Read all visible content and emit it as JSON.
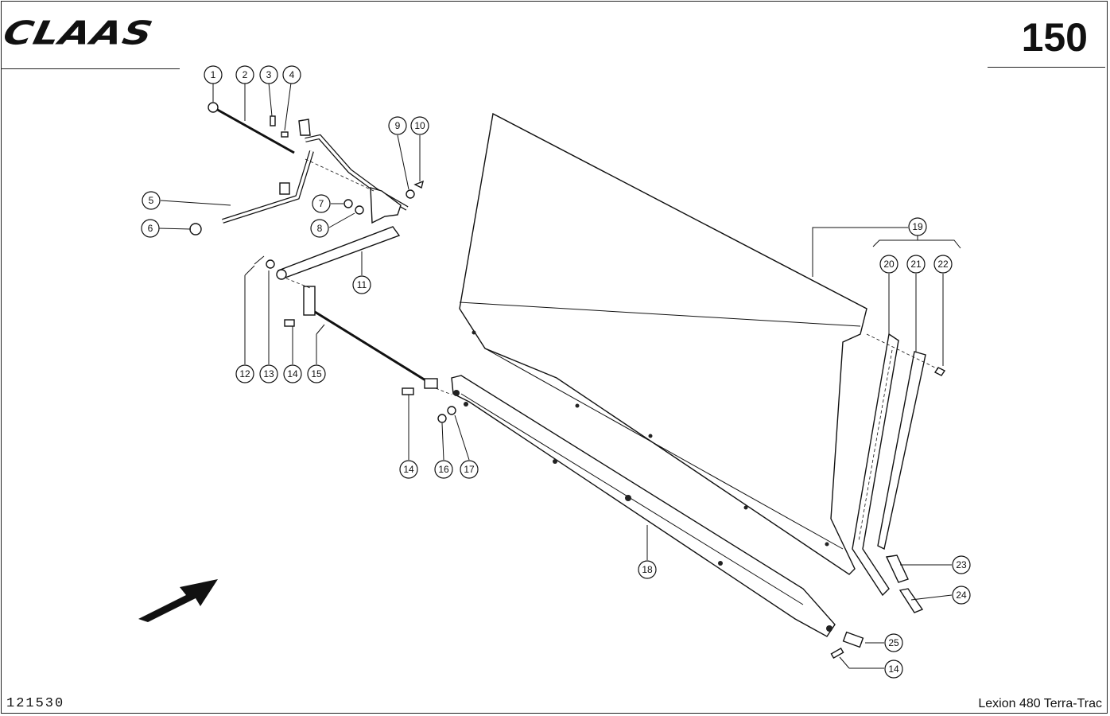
{
  "header": {
    "brand": "CLAAS",
    "page_number": "150"
  },
  "footer": {
    "drawing_number": "121530",
    "model": "Lexion 480 Terra-Trac"
  },
  "callouts": [
    {
      "id": "c1",
      "label": "1"
    },
    {
      "id": "c2",
      "label": "2"
    },
    {
      "id": "c3",
      "label": "3"
    },
    {
      "id": "c4",
      "label": "4"
    },
    {
      "id": "c5",
      "label": "5"
    },
    {
      "id": "c6",
      "label": "6"
    },
    {
      "id": "c7",
      "label": "7"
    },
    {
      "id": "c8",
      "label": "8"
    },
    {
      "id": "c9",
      "label": "9"
    },
    {
      "id": "c10",
      "label": "10"
    },
    {
      "id": "c11",
      "label": "11"
    },
    {
      "id": "c12",
      "label": "12"
    },
    {
      "id": "c13",
      "label": "13"
    },
    {
      "id": "c14a",
      "label": "14"
    },
    {
      "id": "c15",
      "label": "15"
    },
    {
      "id": "c14b",
      "label": "14"
    },
    {
      "id": "c16",
      "label": "16"
    },
    {
      "id": "c17",
      "label": "17"
    },
    {
      "id": "c18",
      "label": "18"
    },
    {
      "id": "c19",
      "label": "19"
    },
    {
      "id": "c20",
      "label": "20"
    },
    {
      "id": "c21",
      "label": "21"
    },
    {
      "id": "c22",
      "label": "22"
    },
    {
      "id": "c23",
      "label": "23"
    },
    {
      "id": "c24",
      "label": "24"
    },
    {
      "id": "c25",
      "label": "25"
    },
    {
      "id": "c14c",
      "label": "14"
    }
  ]
}
